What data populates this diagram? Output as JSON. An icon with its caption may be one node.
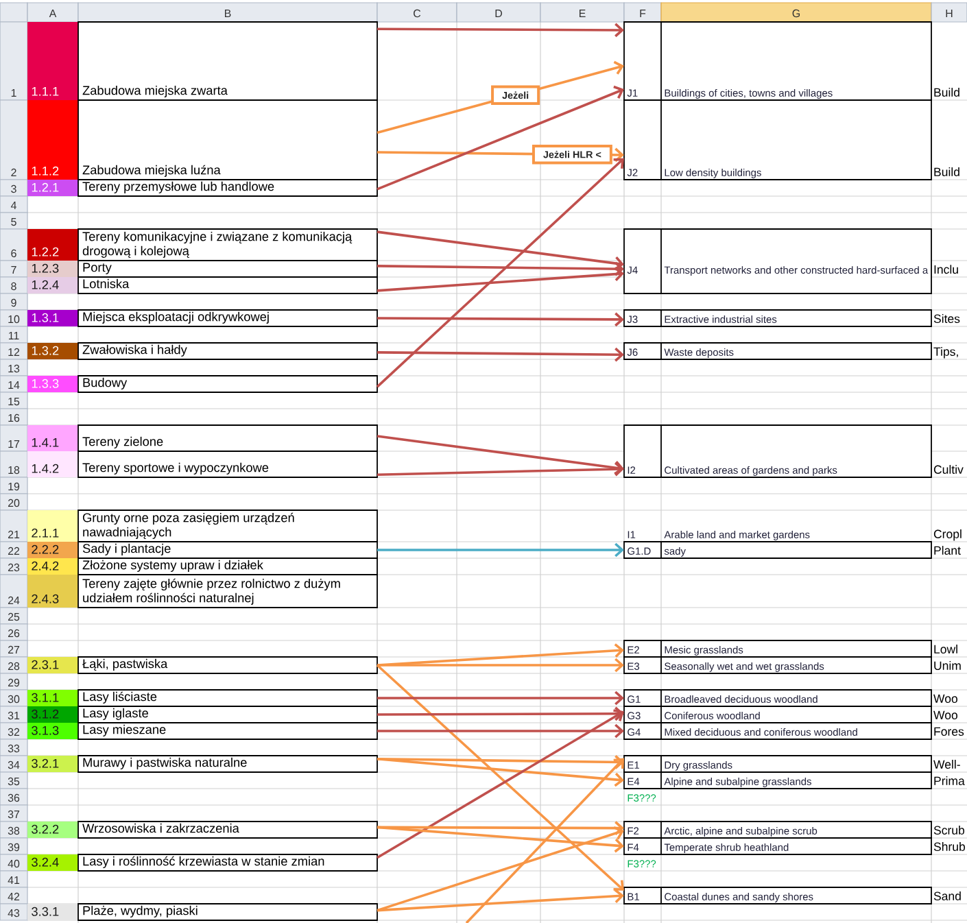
{
  "diagram": {
    "nodes": [
      {
        "text": [
          "1.1.1",
          "Zabudowa miejska zwarta"
        ]
      },
      {
        "text": [
          "1.1.2",
          "Zabudowa miejska luźna"
        ]
      },
      {
        "text": [
          "1.2.1",
          "Tereny przemysłowe lub handlowe"
        ]
      },
      {
        "text": [
          "1.2.2",
          "Tereny komunikacyjne i związane z komunikacją drogową i kolejową"
        ]
      },
      {
        "text": [
          "1.2.3",
          "Porty"
        ]
      },
      {
        "text": [
          "1.2.4",
          "Lotniska"
        ]
      },
      {
        "text": [
          "1.3.1",
          "Miejsca eksploatacji odkrywkowej"
        ]
      },
      {
        "text": [
          "1.3.2",
          "Zwałowiska i hałdy"
        ]
      },
      {
        "text": [
          "1.3.3",
          "Budowy"
        ]
      },
      {
        "text": [
          "1.4.1",
          "Tereny zielone"
        ]
      },
      {
        "text": [
          "1.4.2",
          "Tereny sportowe i wypoczynkowe"
        ]
      },
      {
        "text": [
          "2.1.1",
          "Grunty orne poza zasięgiem urządzeń nawadniających"
        ]
      },
      {
        "text": [
          "2.2.2",
          "Sady i plantacje"
        ]
      },
      {
        "text": [
          "2.4.2",
          "Złożone systemy upraw i działek"
        ]
      },
      {
        "text": [
          "2.4.3",
          "Tereny zajęte głównie przez rolnictwo z dużym udziałem roślinności naturalnej"
        ]
      },
      {
        "text": [
          "2.3.1",
          "Łąki, pastwiska"
        ]
      },
      {
        "text": [
          "3.1.1",
          "Lasy liściaste"
        ]
      },
      {
        "text": [
          "3.1.2",
          "Lasy iglaste"
        ]
      },
      {
        "text": [
          "3.1.3",
          "Lasy mieszane"
        ]
      },
      {
        "text": [
          "3.2.1",
          "Murawy i pastwiska naturalne"
        ]
      },
      {
        "text": [
          "3.2.2",
          "Wrzosowiska i zakrzaczenia"
        ]
      },
      {
        "text": [
          "3.2.4",
          "Lasy i roślinność krzewiasta w stanie zmian"
        ]
      },
      {
        "text": [
          "3.3.1",
          "Plaże, wydmy, piaski"
        ]
      },
      {
        "text": [
          "J1",
          "Buildings of cities, towns and villages"
        ],
        "beside": [
          "Build"
        ]
      },
      {
        "text": [
          "J2",
          "Low density buildings"
        ],
        "beside": [
          "Build"
        ]
      },
      {
        "text": [
          "J4",
          "Transport networks and other constructed hard-surfaced a"
        ],
        "beside": [
          "Inclu"
        ]
      },
      {
        "text": [
          "J3",
          "Extractive industrial sites"
        ],
        "beside": [
          "Sites"
        ]
      },
      {
        "text": [
          "J6",
          "Waste deposits"
        ],
        "beside": [
          "Tips,"
        ]
      },
      {
        "text": [
          "I2",
          "Cultivated areas of gardens and parks"
        ],
        "beside": [
          "Cultiv"
        ]
      },
      {
        "text": [
          "G1.D",
          "sady"
        ],
        "beside": [
          "Plant"
        ]
      },
      {
        "text": [
          "E2",
          "Mesic grasslands"
        ],
        "beside": [
          "Lowl"
        ]
      },
      {
        "text": [
          "E3",
          "Seasonally wet and wet grasslands"
        ],
        "beside": [
          "Unim"
        ]
      },
      {
        "text": [
          "G1",
          "Broadleaved deciduous woodland"
        ],
        "beside": [
          "Woo"
        ]
      },
      {
        "text": [
          "G3",
          "Coniferous woodland"
        ],
        "beside": [
          "Woo"
        ]
      },
      {
        "text": [
          "G4",
          "Mixed deciduous and coniferous woodland"
        ],
        "beside": [
          "Fores"
        ]
      },
      {
        "text": [
          "E1",
          "Dry grasslands"
        ],
        "beside": [
          "Well-"
        ]
      },
      {
        "text": [
          "E4",
          "Alpine and subalpine grasslands"
        ],
        "beside": [
          "Prima"
        ]
      },
      {
        "text": [
          "F2",
          "Arctic, alpine and subalpine scrub"
        ],
        "beside": [
          "Scrub"
        ]
      },
      {
        "text": [
          "F4",
          "Temperate shrub heathland"
        ],
        "beside": [
          "Shrub"
        ]
      },
      {
        "text": [
          "B1",
          "Coastal dunes and sandy shores"
        ],
        "beside": [
          "Sand"
        ]
      }
    ],
    "edges": [
      {
        "from": 0,
        "to": 23,
        "arrow": "to"
      },
      {
        "from": 1,
        "to": 23,
        "arrow": "to",
        "label": "Jeżeli",
        "color": "#f79646"
      },
      {
        "from": 1,
        "to": 24,
        "arrow": "to",
        "label": "Jeżeli HLR <",
        "color": "#f79646"
      },
      {
        "from": 2,
        "to": 23,
        "arrow": "to"
      },
      {
        "from": 8,
        "to": 24,
        "arrow": "to"
      },
      {
        "from": 3,
        "to": 25,
        "arrow": "to"
      },
      {
        "from": 4,
        "to": 25,
        "arrow": "to"
      },
      {
        "from": 5,
        "to": 25,
        "arrow": "to"
      },
      {
        "from": 6,
        "to": 26,
        "arrow": "to"
      },
      {
        "from": 7,
        "to": 27,
        "arrow": "to"
      },
      {
        "from": 9,
        "to": 28,
        "arrow": "to"
      },
      {
        "from": 10,
        "to": 28,
        "arrow": "to"
      },
      {
        "from": 12,
        "to": 29,
        "arrow": "to",
        "color": "#4bacc6"
      },
      {
        "from": 15,
        "to": 30,
        "arrow": "to",
        "color": "#f79646"
      },
      {
        "from": 15,
        "to": 31,
        "arrow": "to",
        "color": "#f79646"
      },
      {
        "from": 15,
        "to": 39,
        "arrow": "to",
        "color": "#f79646"
      },
      {
        "from": 16,
        "to": 32,
        "arrow": "to"
      },
      {
        "from": 17,
        "to": 33,
        "arrow": "to"
      },
      {
        "from": 18,
        "to": 34,
        "arrow": "to"
      },
      {
        "from": 19,
        "to": 35,
        "arrow": "to",
        "color": "#f79646"
      },
      {
        "from": 19,
        "to": 36,
        "arrow": "to",
        "color": "#f79646"
      },
      {
        "from": 21,
        "to": 33,
        "arrow": "to"
      },
      {
        "from": 20,
        "to": 37,
        "arrow": "to",
        "color": "#f79646"
      },
      {
        "from": 20,
        "to": 38,
        "arrow": "to",
        "color": "#f79646"
      },
      {
        "from": 22,
        "to": 37,
        "arrow": "to",
        "color": "#f79646"
      },
      {
        "from": 22,
        "to": 39,
        "arrow": "to",
        "color": "#f79646"
      },
      {
        "from": null,
        "to": 35,
        "arrow": "to",
        "color": "#f79646"
      }
    ],
    "labels": [
      "A",
      "B",
      "C",
      "D",
      "E",
      "F",
      "G",
      "H",
      "1",
      "2",
      "3",
      "4",
      "5",
      "6",
      "7",
      "8",
      "9",
      "10",
      "11",
      "12",
      "13",
      "14",
      "15",
      "16",
      "17",
      "18",
      "19",
      "20",
      "21",
      "22",
      "23",
      "24",
      "25",
      "26",
      "27",
      "28",
      "29",
      "30",
      "31",
      "32",
      "33",
      "34",
      "35",
      "36",
      "37",
      "38",
      "39",
      "40",
      "41",
      "42",
      "43",
      "I1",
      "Arable land and market gardens",
      "Cropl",
      "F3???",
      "F3???"
    ]
  }
}
